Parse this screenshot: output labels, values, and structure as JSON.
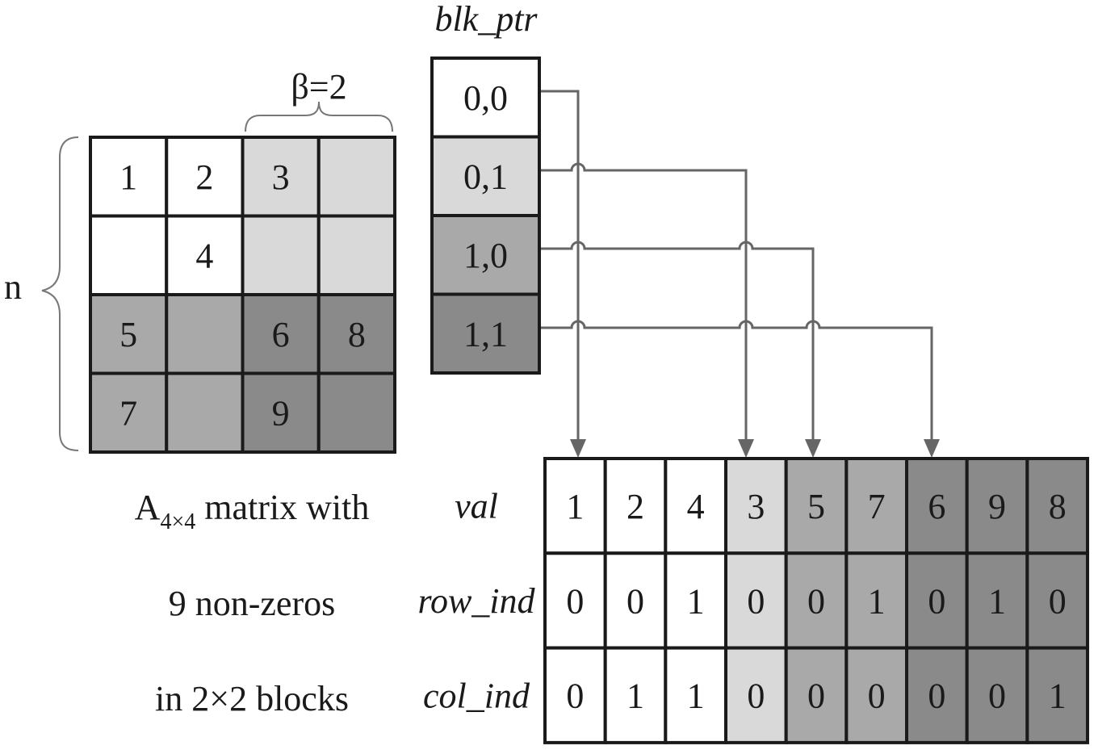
{
  "matrix": {
    "label_n": "n",
    "label_beta": "β=2",
    "rows": [
      [
        "1",
        "2",
        "3",
        ""
      ],
      [
        "",
        "4",
        "",
        ""
      ],
      [
        "5",
        "",
        "6",
        "8"
      ],
      [
        "7",
        "",
        "9",
        ""
      ]
    ],
    "block_shades": [
      [
        "white",
        "white",
        "light",
        "light"
      ],
      [
        "white",
        "white",
        "light",
        "light"
      ],
      [
        "mid",
        "mid",
        "dark",
        "dark"
      ],
      [
        "mid",
        "mid",
        "dark",
        "dark"
      ]
    ]
  },
  "caption": {
    "line1_prefix": "A",
    "line1_sub": "4×4",
    "line1_suffix": " matrix with",
    "line2": "9 non-zeros",
    "line3": "in 2×2 blocks"
  },
  "blk_ptr": {
    "title": "blk_ptr",
    "entries": [
      "0,0",
      "0,1",
      "1,0",
      "1,1"
    ],
    "shades": [
      "white",
      "light",
      "mid",
      "dark"
    ],
    "targets": [
      0,
      3,
      4,
      6
    ]
  },
  "arrays": {
    "labels": [
      "val",
      "row_ind",
      "col_ind"
    ],
    "val": [
      "1",
      "2",
      "4",
      "3",
      "5",
      "7",
      "6",
      "9",
      "8"
    ],
    "row_ind": [
      "0",
      "0",
      "1",
      "0",
      "0",
      "1",
      "0",
      "1",
      "0"
    ],
    "col_ind": [
      "0",
      "1",
      "1",
      "0",
      "0",
      "0",
      "0",
      "0",
      "1"
    ],
    "shades": [
      "white",
      "white",
      "white",
      "light",
      "mid",
      "mid",
      "dark",
      "dark",
      "dark"
    ]
  },
  "colors": {
    "white": "#ffffff",
    "light": "#d9d9d9",
    "mid": "#a9a9a9",
    "dark": "#8a8a8a",
    "grid": "#1a1a1a",
    "connector": "#666666"
  }
}
